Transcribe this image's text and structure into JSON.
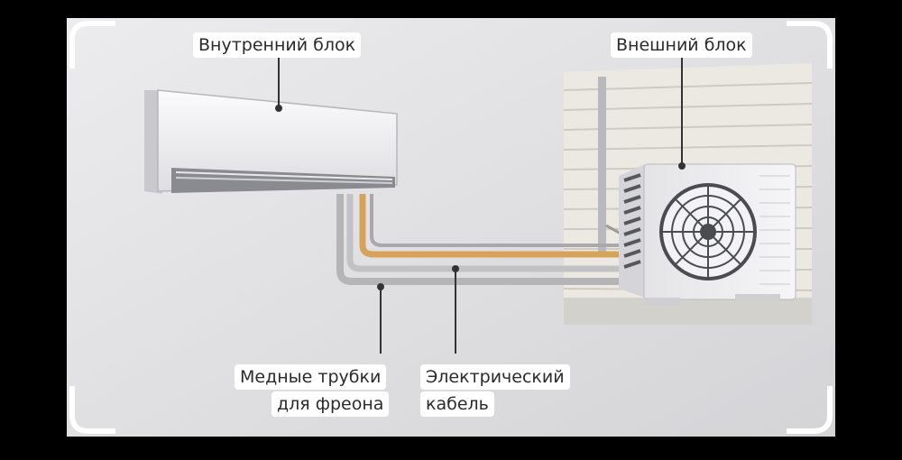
{
  "labels": {
    "indoor_unit": "Внутренний блок",
    "outdoor_unit": "Внешний блок",
    "copper_pipes_line1": "Медные трубки",
    "copper_pipes_line2": "для фреона",
    "electric_cable_line1": "Электрический",
    "electric_cable_line2": "кабель"
  },
  "colors": {
    "outer_background": "#000000",
    "panel": "#d9d9dc",
    "wall": "#e6e6e8",
    "unit_body": "#f1f1f3",
    "copper_pipe": "#d7a35a",
    "grey_pipe": "#b5b5b8",
    "siding": "#ebe8e2",
    "fan_dark": "#4a4c50",
    "frame_corner": "#ffffff",
    "leader_line": "#333333"
  }
}
